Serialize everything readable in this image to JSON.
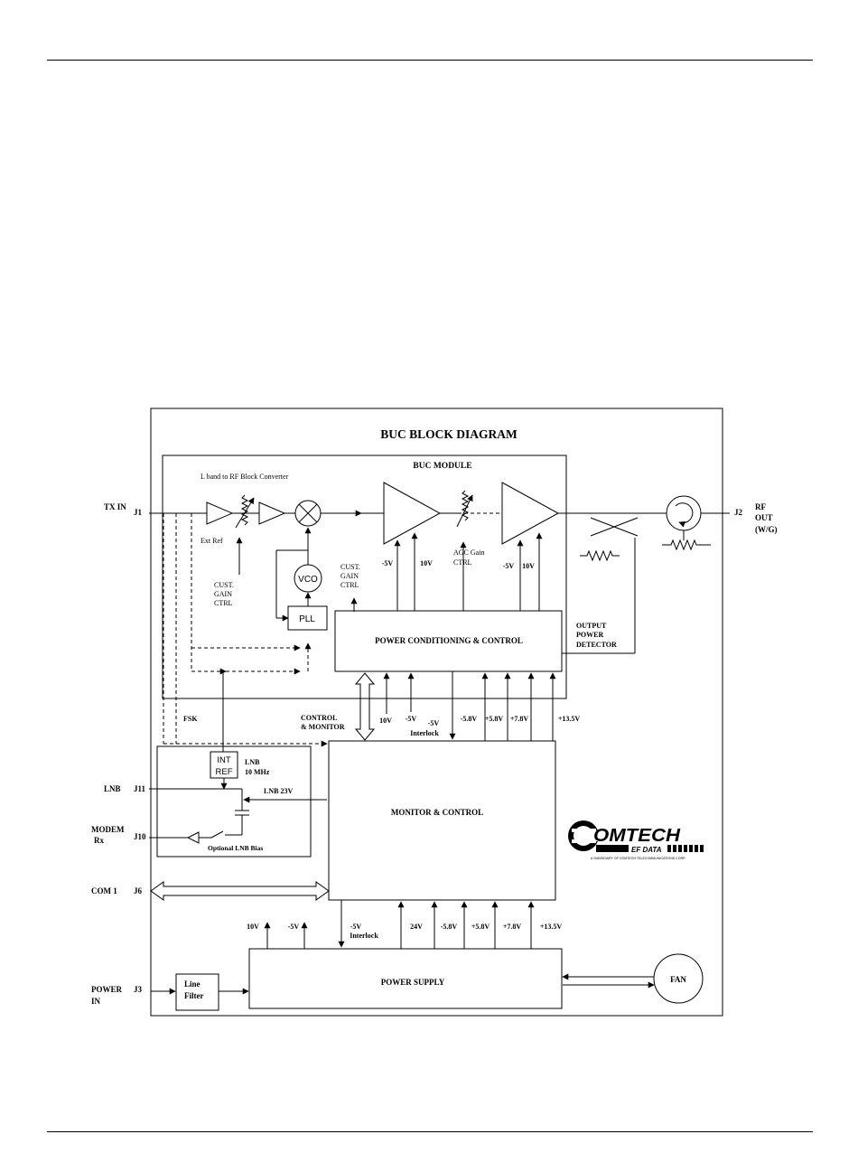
{
  "page": {},
  "diagram": {
    "title": "BUC BLOCK DIAGRAM",
    "buc_module": "BUC MODULE",
    "converter_label": "L band to RF Block Converter",
    "ext_ref": "Ext Ref",
    "cust_gain_ctrl_1": [
      "CUST.",
      "GAIN",
      "CTRL"
    ],
    "cust_gain_ctrl_2": [
      "CUST.",
      "GAIN",
      "CTRL"
    ],
    "vco": "VCO",
    "pll": "PLL",
    "agc_gain_ctrl": [
      "AGC Gain",
      "CTRL"
    ],
    "amp1_minus5": "-5V",
    "amp1_10v": "10V",
    "amp2_minus5": "-5V",
    "amp2_10v": "10V",
    "power_conditioning": "POWER CONDITIONING  & CONTROL",
    "output_power_detector": [
      "OUTPUT",
      "POWER",
      "DETECTOR"
    ],
    "tx_in": "TX IN",
    "j1": "J1",
    "j2": "J2",
    "rf_out": [
      "RF",
      "OUT",
      "(W/G)"
    ],
    "fsk": "FSK",
    "control_monitor": [
      "CONTROL",
      "& MONITOR"
    ],
    "pc_10v": "10V",
    "pc_minus5": "-5V",
    "pc_minus5_interlock": [
      "-5V",
      "Interlock"
    ],
    "pc_rails": [
      "-5.8V",
      "+5.8V",
      "+7.8V",
      "+13.5V"
    ],
    "int_ref": [
      "INT",
      "REF"
    ],
    "lnb_10mhz": [
      "LNB",
      "10 MHz"
    ],
    "lnb": "LNB",
    "j11": "J11",
    "lnb_23v": "LNB 23V",
    "modem_rx": [
      "MODEM",
      "Rx"
    ],
    "j10": "J10",
    "optional_lnb_bias": "Optional LNB Bias",
    "monitor_control": "MONITOR & CONTROL",
    "com1": "COM 1",
    "j6": "J6",
    "ps_10v": "10V",
    "ps_minus5": "-5V",
    "ps_minus5_interlock": [
      "-5V",
      "Interlock"
    ],
    "ps_24v": "24V",
    "ps_rails": [
      "-5.8V",
      "+5.8V",
      "+7.8V",
      "+13.5V"
    ],
    "power_in": [
      "POWER",
      "IN"
    ],
    "j3": "J3",
    "line_filter": [
      "Line",
      "Filter"
    ],
    "power_supply": "POWER SUPPLY",
    "fan": "FAN",
    "logo": {
      "name": "OMTECH",
      "sub": "EF DATA",
      "tagline": "A SUBSIDIARY OF COMTECH TELECOMMUNICATIONS CORP."
    }
  }
}
